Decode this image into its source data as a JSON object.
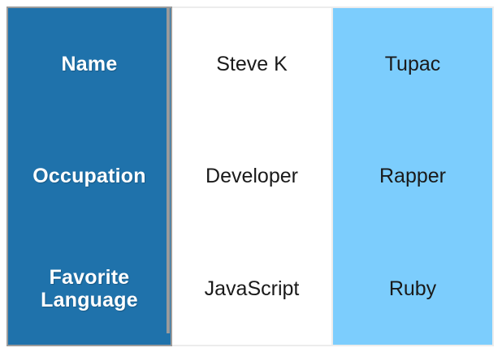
{
  "table": {
    "name": "comparison-table",
    "colors": {
      "label_column_bg": "#1f72ab",
      "label_column_border": "#9b9b9b",
      "column_a_bg": "#ffffff",
      "column_b_bg": "#7ccdfd",
      "light_border": "#ececec",
      "label_text": "#ffffff",
      "value_text": "#1a1a1a",
      "page_bg": "#ffffff"
    },
    "row_labels": [
      "Name",
      "Occupation",
      "Favorite Language"
    ],
    "columns": [
      {
        "key": "label_column",
        "header": "",
        "cells": [
          "Name",
          "Occupation",
          "Favorite Language"
        ]
      },
      {
        "key": "person_a",
        "header": "",
        "cells": [
          "Steve K",
          "Developer",
          "JavaScript"
        ]
      },
      {
        "key": "person_b",
        "header": "",
        "cells": [
          "Tupac",
          "Rapper",
          "Ruby"
        ]
      }
    ],
    "rows": [
      {
        "label": "Name",
        "person_a": "Steve K",
        "person_b": "Tupac"
      },
      {
        "label": "Occupation",
        "person_a": "Developer",
        "person_b": "Rapper"
      },
      {
        "label": "Favorite Language",
        "person_a": "JavaScript",
        "person_b": "Ruby"
      }
    ]
  }
}
